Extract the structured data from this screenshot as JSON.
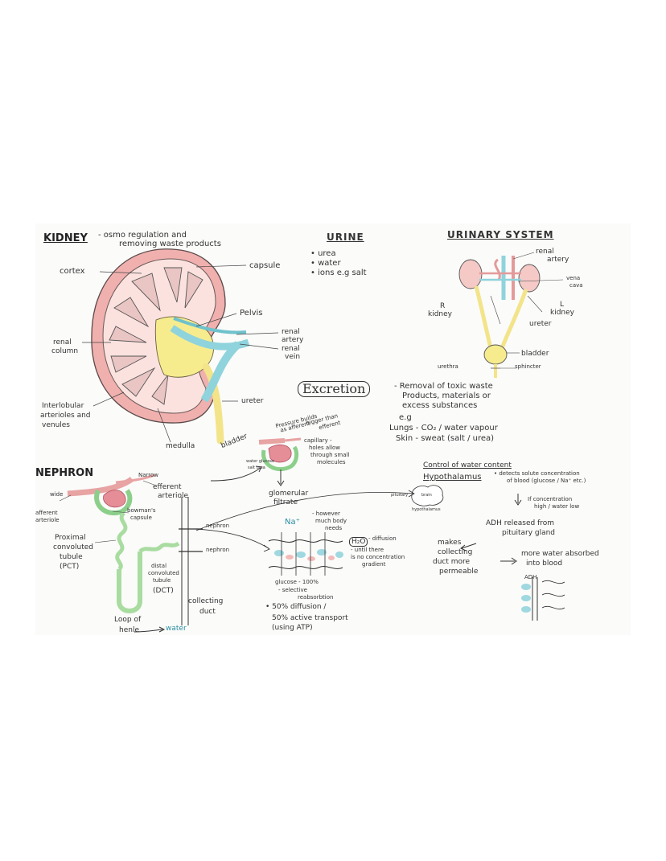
{
  "kidney": {
    "title": "KIDNEY",
    "subtitle_line1": "- osmo regulation   and",
    "subtitle_line2": "removing waste  products",
    "labels": {
      "cortex": "cortex",
      "capsule": "capsule",
      "pelvis": "Pelvis",
      "renal_artery_1": "renal",
      "renal_artery_2": "artery",
      "renal_vein_1": "renal",
      "renal_vein_2": "vein",
      "renal_column_1": "renal",
      "renal_column_2": "column",
      "interlobular_1": "Interlobular",
      "interlobular_2": "arterioles and",
      "interlobular_3": "venules",
      "medulla": "medulla",
      "ureter": "ureter",
      "bladder": "bladder"
    }
  },
  "urine": {
    "title": "URINE",
    "items": [
      "urea",
      "water",
      "ions e.g salt"
    ]
  },
  "urinary_system": {
    "title": "URINARY SYSTEM",
    "labels": {
      "renal_artery_1": "renal",
      "renal_artery_2": "artery",
      "vena_cava_1": "vena",
      "vena_cava_2": "cava",
      "r": "R",
      "r_kidney": "kidney",
      "l": "L",
      "l_kidney": "kidney",
      "ureter": "ureter",
      "bladder": "bladder",
      "sphincter": "sphincter",
      "urethra": "urethra"
    }
  },
  "excretion": {
    "title": "Excretion",
    "def_line1": "- Removal  of  toxic  waste",
    "def_line2": "Products,  materials   or",
    "def_line3": "excess  substances",
    "eg": "e.g",
    "lungs": "Lungs - CO₂ / water  vapour",
    "skin": "Skin  -  sweat  (salt / urea)"
  },
  "nephron": {
    "title": "NEPHRON",
    "labels": {
      "narrow": "Narrow",
      "efferent_1": "efferent",
      "efferent_2": "arteriole",
      "wide": "wide",
      "afferent_1": "afferent",
      "afferent_2": "arteriole",
      "bowmans_1": "bowman's",
      "bowmans_2": "capsule",
      "pct_1": "Proximal",
      "pct_2": "convoluted",
      "pct_3": "tubule",
      "pct_4": "(PCT)",
      "dct_1": "distal",
      "dct_2": "convoluted",
      "dct_3": "tubule",
      "dct_4": "(DCT)",
      "collecting_1": "collecting",
      "collecting_2": "duct",
      "loop_1": "Loop  of",
      "loop_2": "henle",
      "water": "water",
      "nephron_a": "nephron",
      "nephron_b": "nephron"
    }
  },
  "glomerulus": {
    "pressure_1": "Pressure  builds",
    "pressure_2": "as  afferent",
    "pressure_3": "bigger  than",
    "pressure_4": "efferent",
    "capillary_1": "capillary -",
    "capillary_2": "holes  allow",
    "capillary_3": "through  small",
    "capillary_4": "molecules",
    "glomerular_1": "glomerular",
    "glomerular_2": "filtrate",
    "water_glucose": "water glucose",
    "salt_urea": "salt urea"
  },
  "reabsorption": {
    "na": "Na⁺",
    "na_note_1": "- however",
    "na_note_2": "much  body",
    "na_note_3": "needs",
    "h2o": "H₂O",
    "h2o_note_1": "- diffusion",
    "h2o_note_2": "- until  there",
    "h2o_note_3": "is  no  concentration",
    "h2o_note_4": "gradient",
    "glucose": "glucose - 100%",
    "selective_1": "- selective",
    "selective_2": "reabsorbtion",
    "diffusion": "• 50%  diffusion /",
    "active_1": "50%  active  transport",
    "active_2": "(using  ATP)"
  },
  "water_control": {
    "title": "Control  of  water  content",
    "hypothalamus": "Hypothalamus",
    "detects_1": "• detects  solute  concentration",
    "detects_2": "of  blood  (glucose / Na⁺ etc.)",
    "brain": "brain",
    "pituitary": "pituitary",
    "hypothalamus_small": "hypothalamus",
    "if_conc_1": "If  concentration",
    "if_conc_2": "high / water  low",
    "adh_1": "ADH  released  from",
    "adh_2": "pituitary  gland",
    "makes_1": "makes",
    "makes_2": "collecting",
    "makes_3": "duct  more",
    "makes_4": "permeable",
    "absorbed_1": "more  water  absorbed",
    "absorbed_2": "into  blood",
    "adh_label": "ADH"
  },
  "colors": {
    "pink": "#e9a8a8",
    "yellow": "#f3e48a",
    "blue": "#8fd3dc",
    "green": "#a9dca0"
  }
}
